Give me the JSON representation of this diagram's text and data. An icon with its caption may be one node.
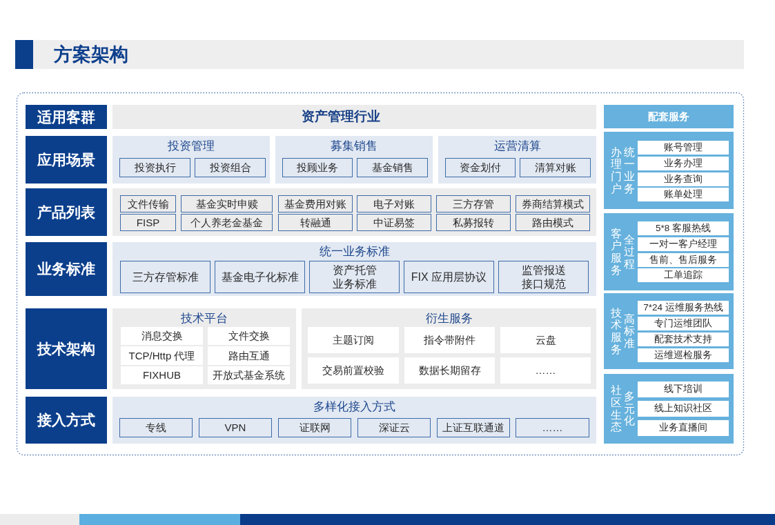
{
  "diagram": {
    "title": "方案架构",
    "nodes": [
      {
        "text": [
          "适用客群"
        ]
      },
      {
        "text": [
          "资产管理行业"
        ]
      },
      {
        "text": [
          "应用场景"
        ]
      },
      {
        "text": [
          "投资管理"
        ]
      },
      {
        "text": [
          "投资执行"
        ],
        "in": 3
      },
      {
        "text": [
          "投资组合"
        ],
        "in": 3
      },
      {
        "text": [
          "募集销售"
        ]
      },
      {
        "text": [
          "投顾业务"
        ],
        "in": 6
      },
      {
        "text": [
          "基金销售"
        ],
        "in": 6
      },
      {
        "text": [
          "运营清算"
        ]
      },
      {
        "text": [
          "资金划付"
        ],
        "in": 9
      },
      {
        "text": [
          "清算对账"
        ],
        "in": 9
      },
      {
        "text": [
          "产品列表"
        ]
      },
      {
        "text": [],
        "shape": "box"
      },
      {
        "text": [
          "文件传输"
        ],
        "in": 13
      },
      {
        "text": [
          "基金实时申赎"
        ],
        "in": 13
      },
      {
        "text": [
          "基金费用对账"
        ],
        "in": 13
      },
      {
        "text": [
          "电子对账"
        ],
        "in": 13
      },
      {
        "text": [
          "三方存管"
        ],
        "in": 13
      },
      {
        "text": [
          "券商结算模式"
        ],
        "in": 13
      },
      {
        "text": [
          "FISP"
        ],
        "in": 13
      },
      {
        "text": [
          "个人养老金基金"
        ],
        "in": 13
      },
      {
        "text": [
          "转融通"
        ],
        "in": 13
      },
      {
        "text": [
          "中证易签"
        ],
        "in": 13
      },
      {
        "text": [
          "私募报转"
        ],
        "in": 13
      },
      {
        "text": [
          "路由模式"
        ],
        "in": 13
      },
      {
        "text": [
          "业务标准"
        ]
      },
      {
        "text": [
          "统一业务标准"
        ]
      },
      {
        "text": [
          "三方存管标准"
        ],
        "in": 27
      },
      {
        "text": [
          "基金电子化标准"
        ],
        "in": 27
      },
      {
        "text": [
          "资产托管业务标准"
        ],
        "in": 27
      },
      {
        "text": [
          "FIX 应用层协议"
        ],
        "in": 27
      },
      {
        "text": [
          "监管报送接口规范"
        ],
        "in": 27
      },
      {
        "text": [
          "技术架构"
        ]
      },
      {
        "text": [
          "技术平台"
        ]
      },
      {
        "text": [
          "消息交换"
        ],
        "in": 34
      },
      {
        "text": [
          "文件交换"
        ],
        "in": 34
      },
      {
        "text": [
          "TCP/Http 代理"
        ],
        "in": 34
      },
      {
        "text": [
          "路由互通"
        ],
        "in": 34
      },
      {
        "text": [
          "FIXHUB"
        ],
        "in": 34
      },
      {
        "text": [
          "开放式基金系统"
        ],
        "in": 34
      },
      {
        "text": [
          "衍生服务"
        ]
      },
      {
        "text": [
          "主题订阅"
        ],
        "in": 41
      },
      {
        "text": [
          "指令带附件"
        ],
        "in": 41
      },
      {
        "text": [
          "云盘"
        ],
        "in": 41
      },
      {
        "text": [
          "交易前置校验"
        ],
        "in": 41
      },
      {
        "text": [
          "数据长期留存"
        ],
        "in": 41
      },
      {
        "text": [
          "……"
        ],
        "in": 41
      },
      {
        "text": [
          "接入方式"
        ]
      },
      {
        "text": [
          "多样化接入方式"
        ]
      },
      {
        "text": [
          "专线"
        ],
        "in": 49
      },
      {
        "text": [
          "VPN"
        ],
        "in": 49
      },
      {
        "text": [
          "证联网"
        ],
        "in": 49
      },
      {
        "text": [
          "深证云"
        ],
        "in": 49
      },
      {
        "text": [
          "上证互联通道"
        ],
        "in": 49
      },
      {
        "text": [
          "……"
        ],
        "in": 49
      },
      {
        "text": [
          "配套服务"
        ]
      },
      {
        "text": [
          "办理门户",
          "统一业务"
        ]
      },
      {
        "text": [
          "账号管理"
        ],
        "in": 57
      },
      {
        "text": [
          "业务办理"
        ],
        "in": 57
      },
      {
        "text": [
          "业务查询"
        ],
        "in": 57
      },
      {
        "text": [
          "账单处理"
        ],
        "in": 57
      },
      {
        "text": [
          "客户服务",
          "全过程"
        ]
      },
      {
        "text": [
          "5*8 客服热线"
        ],
        "in": 62
      },
      {
        "text": [
          "一对一客户经理"
        ],
        "in": 62
      },
      {
        "text": [
          "售前、售后服务"
        ],
        "in": 62
      },
      {
        "text": [
          "工单追踪"
        ],
        "in": 62
      },
      {
        "text": [
          "技术服务",
          "高标准"
        ]
      },
      {
        "text": [
          "7*24 运维服务热线"
        ],
        "in": 67
      },
      {
        "text": [
          "专门运维团队"
        ],
        "in": 67
      },
      {
        "text": [
          "配套技术支持"
        ],
        "in": 67
      },
      {
        "text": [
          "运维巡检服务"
        ],
        "in": 67
      },
      {
        "text": [
          "社区生态",
          "多元化"
        ]
      },
      {
        "text": [
          "线下培训"
        ],
        "in": 72
      },
      {
        "text": [
          "线上知识社区"
        ],
        "in": 72
      },
      {
        "text": [
          "业务直播间"
        ],
        "in": 72
      }
    ]
  }
}
